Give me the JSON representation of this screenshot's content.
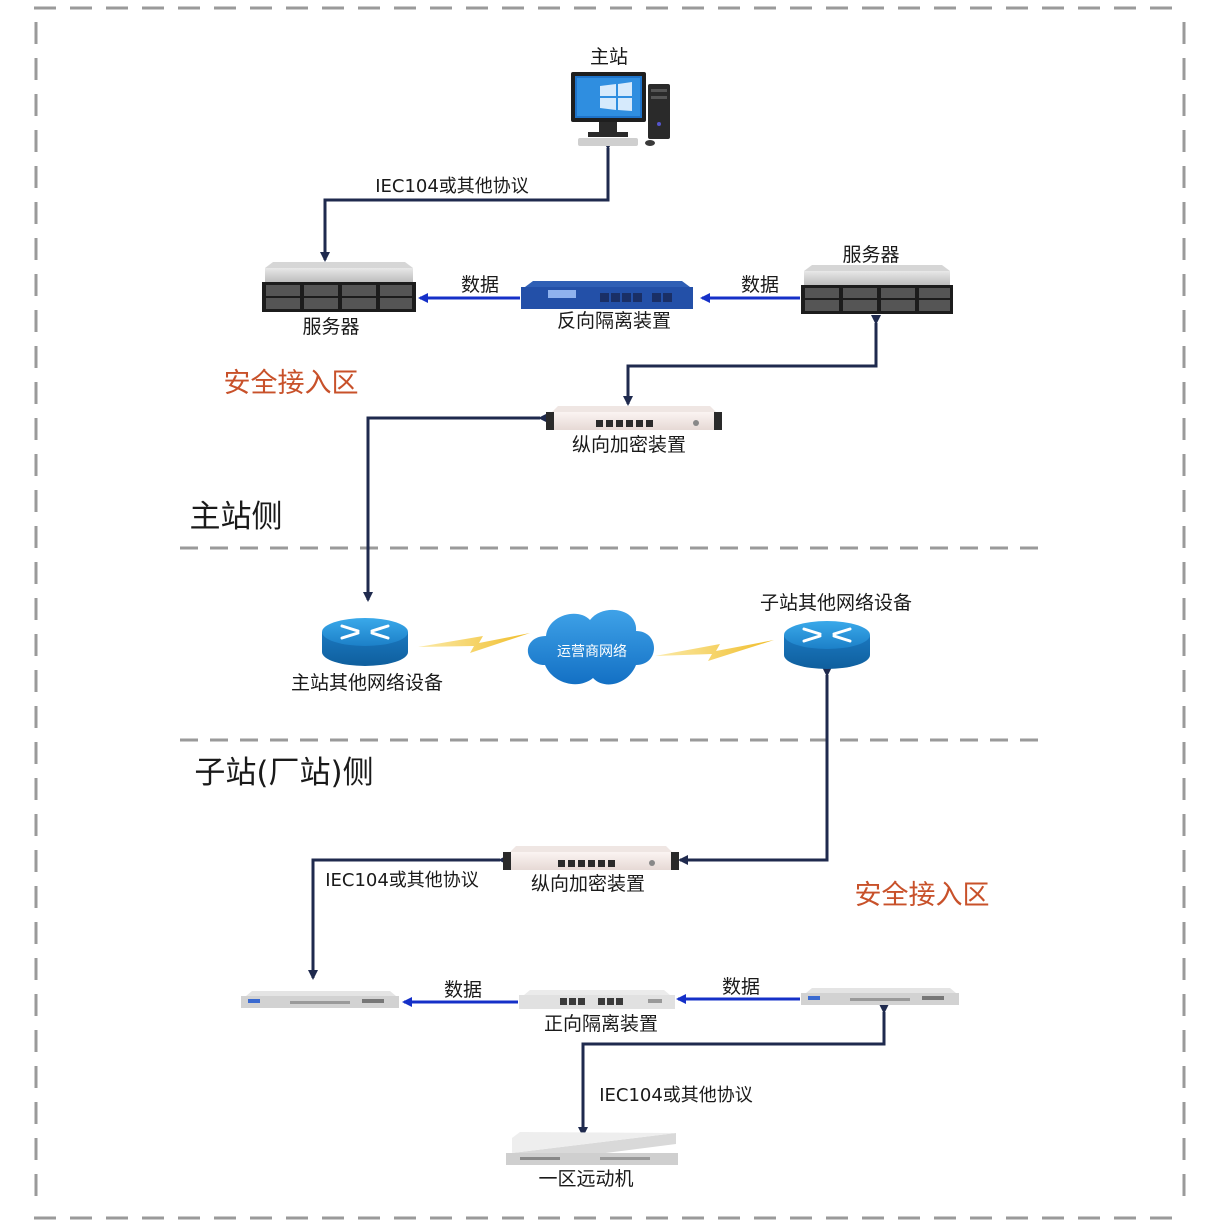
{
  "labels": {
    "master_station": "主站",
    "server": "服务器",
    "reverse_isolation": "反向隔离装置",
    "data": "数据",
    "protocol": "IEC104或其他协议",
    "safe_zone": "安全接入区",
    "vertical_encryption": "纵向加密装置",
    "master_side": "主站侧",
    "master_net_device": "主站其他网络设备",
    "carrier_network": "运营商网络",
    "substation_net_device": "子站其他网络设备",
    "substation_side": "子站(厂站)侧",
    "forward_isolation": "正向隔离装置",
    "zone1_rtu": "一区远动机"
  },
  "colors": {
    "dark_arrow": "#1f2a4e",
    "blue_arrow": "#1530c8",
    "zone_text": "#c8512a",
    "router": "#1d8fd6",
    "cloud": "#1f84d6",
    "bolt": "#f2c53a",
    "dash": "#9a9a9a"
  },
  "icons": {
    "computer": "desktop-computer-icon",
    "server": "rack-server-icon",
    "router": "router-icon",
    "cloud": "cloud-icon",
    "lightning": "lightning-bolt-icon"
  }
}
